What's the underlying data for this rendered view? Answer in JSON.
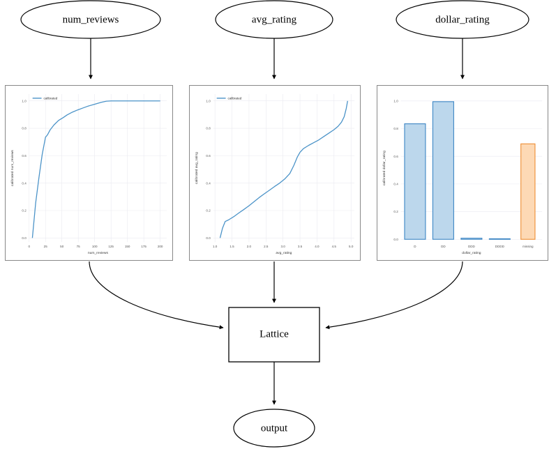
{
  "diagram": {
    "type": "calibrated-lattice-model-graph",
    "nodes": {
      "num_reviews": "num_reviews",
      "avg_rating": "avg_rating",
      "dollar_rating": "dollar_rating",
      "lattice": "Lattice",
      "output": "output"
    },
    "edges": [
      {
        "from": "num_reviews",
        "to": "num_reviews_plot"
      },
      {
        "from": "avg_rating",
        "to": "avg_rating_plot"
      },
      {
        "from": "dollar_rating",
        "to": "dollar_rating_plot"
      },
      {
        "from": "num_reviews_plot",
        "to": "lattice"
      },
      {
        "from": "avg_rating_plot",
        "to": "lattice"
      },
      {
        "from": "dollar_rating_plot",
        "to": "lattice"
      },
      {
        "from": "lattice",
        "to": "output"
      }
    ]
  },
  "colors": {
    "line": "#4b93c8",
    "bar_blue_fill": "#bcd7ec",
    "bar_blue_edge": "#3b85c4",
    "bar_orange_fill": "#fdd9b5",
    "bar_orange_edge": "#ed8d33",
    "panel_border": "#888888",
    "grid": "#eaeaf0",
    "edge_stroke": "#000000",
    "tick_text": "#555555"
  },
  "chart_data": [
    {
      "id": "num_reviews_plot",
      "type": "line",
      "title": "",
      "xlabel": "num_reviews",
      "ylabel": "calibrated num_reviews",
      "legend": [
        "calibrated"
      ],
      "legend_position": "upper left",
      "grid": true,
      "xlim": [
        0,
        210
      ],
      "ylim": [
        -0.03,
        1.05
      ],
      "xticks": [
        0,
        25,
        50,
        75,
        100,
        125,
        150,
        175,
        200
      ],
      "xticklabels": [
        "0",
        "25",
        "50",
        "75",
        "100",
        "125",
        "150",
        "175",
        "200"
      ],
      "yticks": [
        0.0,
        0.2,
        0.4,
        0.6,
        0.8,
        1.0
      ],
      "yticklabels": [
        "0.0",
        "0.2",
        "0.4",
        "0.6",
        "0.8",
        "1.0"
      ],
      "series": [
        {
          "name": "calibrated",
          "x": [
            5,
            10,
            15,
            20,
            25,
            28,
            32,
            38,
            45,
            52,
            58,
            66,
            74,
            82,
            90,
            100,
            110,
            118,
            125,
            140,
            160,
            180,
            200
          ],
          "y": [
            0.0,
            0.255,
            0.44,
            0.61,
            0.735,
            0.752,
            0.788,
            0.825,
            0.858,
            0.878,
            0.898,
            0.918,
            0.934,
            0.948,
            0.962,
            0.976,
            0.99,
            0.998,
            1.0,
            1.0,
            1.0,
            1.0,
            1.0
          ]
        }
      ]
    },
    {
      "id": "avg_rating_plot",
      "type": "line",
      "title": "",
      "xlabel": "avg_rating",
      "ylabel": "calibrated avg_rating",
      "legend": [
        "calibrated"
      ],
      "legend_position": "upper left",
      "grid": true,
      "xlim": [
        0.95,
        5.1
      ],
      "ylim": [
        -0.03,
        1.05
      ],
      "xticks": [
        1.0,
        1.5,
        2.0,
        2.5,
        3.0,
        3.5,
        4.0,
        4.5,
        5.0
      ],
      "xticklabels": [
        "1.0",
        "1.5",
        "2.0",
        "2.5",
        "3.0",
        "3.5",
        "4.0",
        "4.5",
        "5.0"
      ],
      "yticks": [
        0.0,
        0.2,
        0.4,
        0.6,
        0.8,
        1.0
      ],
      "yticklabels": [
        "0.0",
        "0.2",
        "0.4",
        "0.6",
        "0.8",
        "1.0"
      ],
      "series": [
        {
          "name": "calibrated",
          "x": [
            1.15,
            1.22,
            1.3,
            1.4,
            1.55,
            1.7,
            1.85,
            2.0,
            2.15,
            2.3,
            2.45,
            2.6,
            2.75,
            2.9,
            3.05,
            3.2,
            3.32,
            3.42,
            3.5,
            3.6,
            3.75,
            3.9,
            4.05,
            4.2,
            4.35,
            4.5,
            4.62,
            4.72,
            4.8,
            4.86,
            4.9
          ],
          "y": [
            0.0,
            0.07,
            0.12,
            0.132,
            0.155,
            0.182,
            0.208,
            0.235,
            0.265,
            0.295,
            0.322,
            0.348,
            0.375,
            0.4,
            0.43,
            0.47,
            0.53,
            0.59,
            0.625,
            0.652,
            0.675,
            0.695,
            0.715,
            0.74,
            0.765,
            0.79,
            0.815,
            0.845,
            0.885,
            0.945,
            1.0
          ]
        }
      ]
    },
    {
      "id": "dollar_rating_plot",
      "type": "bar",
      "title": "",
      "xlabel": "dollar_rating",
      "ylabel": "calibrated dollar_rating",
      "grid": true,
      "ylim": [
        -0.02,
        1.05
      ],
      "yticks": [
        0.0,
        0.2,
        0.4,
        0.6,
        0.8,
        1.0
      ],
      "yticklabels": [
        "0.0",
        "0.2",
        "0.4",
        "0.6",
        "0.8",
        "1.0"
      ],
      "categories": [
        "D",
        "DD",
        "DDD",
        "DDDD",
        "missing"
      ],
      "values": [
        0.835,
        0.995,
        0.008,
        0.0,
        0.69
      ],
      "bar_colors": [
        "blue",
        "blue",
        "blue",
        "blue",
        "orange"
      ]
    }
  ]
}
